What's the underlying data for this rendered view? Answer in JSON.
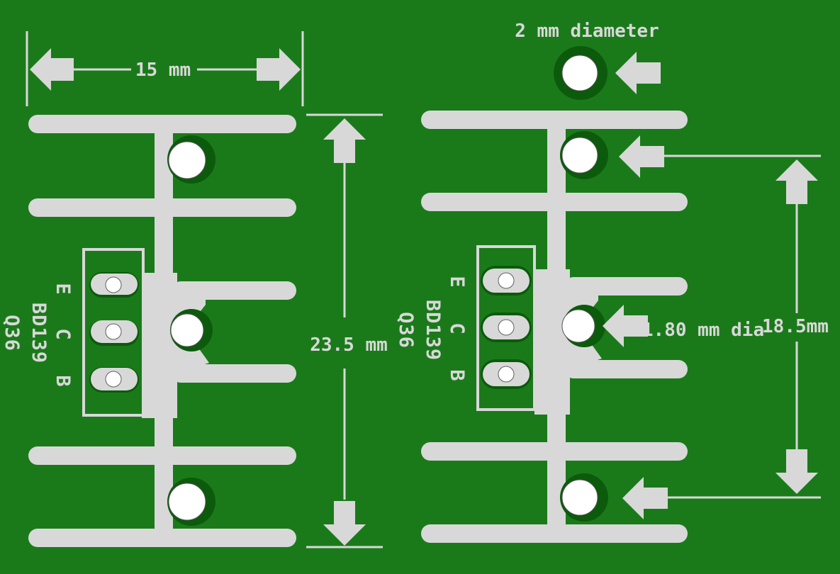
{
  "colors": {
    "board": "#1a7a1a",
    "copper_pad": "#0c5a0c",
    "silkscreen": "#d8d8d8",
    "hole": "#ffffff"
  },
  "left_footprint": {
    "width_label": "15 mm",
    "height_label": "23.5 mm",
    "ref_designator": "Q36",
    "part_number": "BD139",
    "pin_e": "E",
    "pin_c": "C",
    "pin_b": "B"
  },
  "right_footprint": {
    "mount_hole_label": "2 mm diameter",
    "center_hole_label": "1.80 mm dia",
    "spacing_label": "18.5mm",
    "ref_designator": "Q36",
    "part_number": "BD139",
    "pin_e": "E",
    "pin_c": "C",
    "pin_b": "B"
  }
}
